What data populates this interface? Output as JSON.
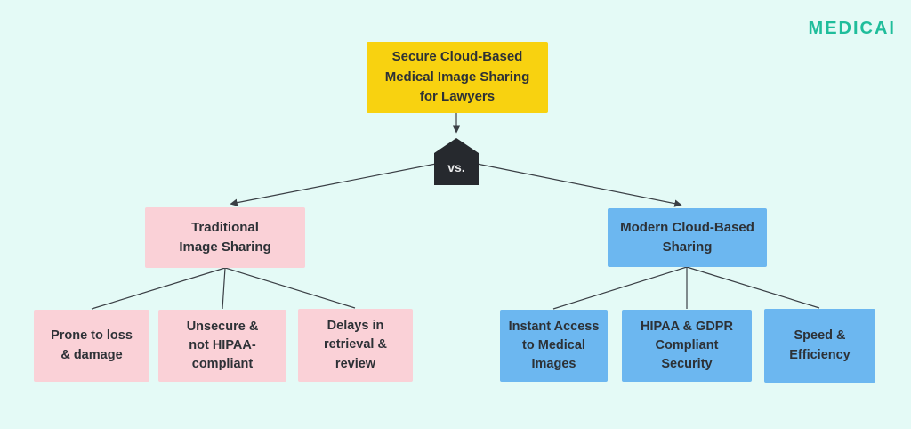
{
  "brand": {
    "name": "MEDICAI",
    "color": "#1FBD9B"
  },
  "diagram": {
    "background_color": "#E4FAF6",
    "text_color": "#2D3136",
    "line_color": "#3A3F45",
    "title_node": {
      "label": "Secure Cloud-Based\nMedical Image Sharing\nfor Lawyers",
      "bg_color": "#F8D210"
    },
    "vs_node": {
      "label": "vs.",
      "bg_color": "#26292E",
      "text_color": "#E9EAEB"
    },
    "left_branch": {
      "label": "Traditional\nImage Sharing",
      "bg_color": "#FAD1D7",
      "children": [
        {
          "label": "Prone to loss\n& damage"
        },
        {
          "label": "Unsecure &\nnot HIPAA-\ncompliant"
        },
        {
          "label": "Delays in\nretrieval &\nreview"
        }
      ]
    },
    "right_branch": {
      "label": "Modern Cloud-Based\nSharing",
      "bg_color": "#6CB7F0",
      "children": [
        {
          "label": "Instant Access\nto Medical\nImages"
        },
        {
          "label": "HIPAA & GDPR\nCompliant\nSecurity"
        },
        {
          "label": "Speed &\nEfficiency"
        }
      ]
    }
  }
}
